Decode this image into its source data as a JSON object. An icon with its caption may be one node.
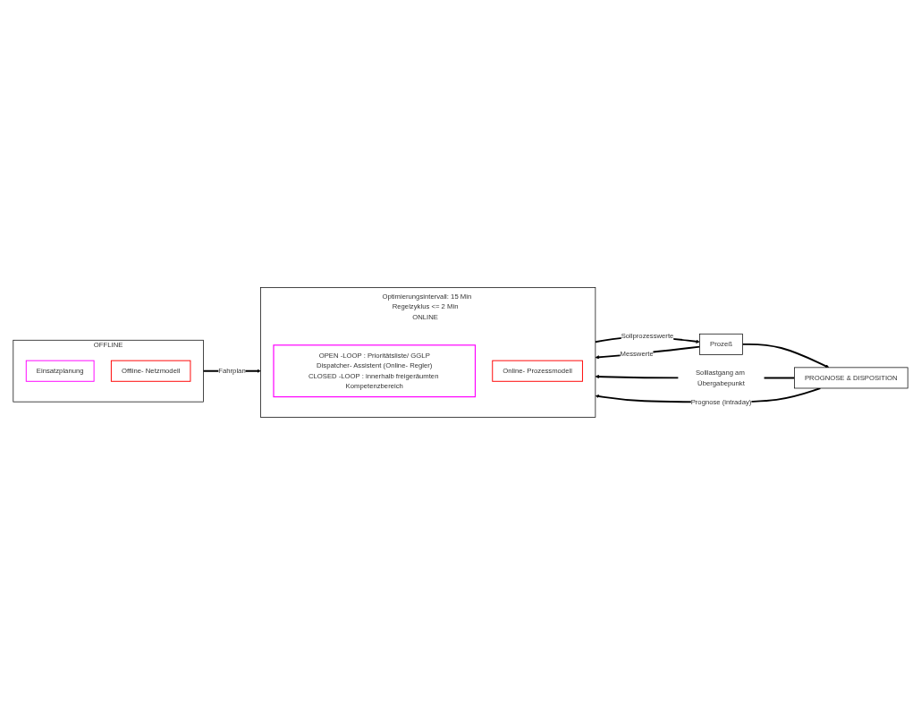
{
  "diagram": {
    "nodes": [
      {
        "text": [
          "OFFLINE"
        ]
      },
      {
        "text": [
          "Einsatzplanung"
        ],
        "in": 0
      },
      {
        "text": [
          "Offline- Netzmodell"
        ],
        "in": 0
      },
      {
        "text": [
          "PROGNOSE & DISPOSITION"
        ]
      },
      {
        "text": [
          "Optimierungsintervall: 15 Min",
          "Regelzyklus <= 2 Min",
          "ONLINE"
        ]
      },
      {
        "text": [
          "OPEN -LOOP : Prioritätsliste/ GGLP",
          "Dispatcher- Assistent (Online- Regler)",
          "CLOSED -LOOP : innerhalb freigeräumten Kompetenzbereich"
        ],
        "in": 4
      },
      {
        "text": [
          "Online- Prozessmodell"
        ],
        "in": 4
      },
      {
        "text": [
          "Prozeß"
        ]
      }
    ],
    "edges": [
      {
        "from": 0,
        "to": 4,
        "arrow": "to",
        "label": "Fahrplan"
      },
      {
        "from": 3,
        "to": 4,
        "arrow": "to",
        "label": "Solllastgang am Übergabepunkt"
      },
      {
        "from": 3,
        "to": 4,
        "arrow": "to",
        "label": "Prognose (intraday)"
      },
      {
        "from": 4,
        "to": 7,
        "arrow": "to",
        "label": "Sollprozesswerte"
      },
      {
        "from": 7,
        "to": 4,
        "arrow": "to",
        "label": "Messwerte"
      },
      {
        "from": 7,
        "to": 3,
        "arrow": "to"
      }
    ]
  }
}
